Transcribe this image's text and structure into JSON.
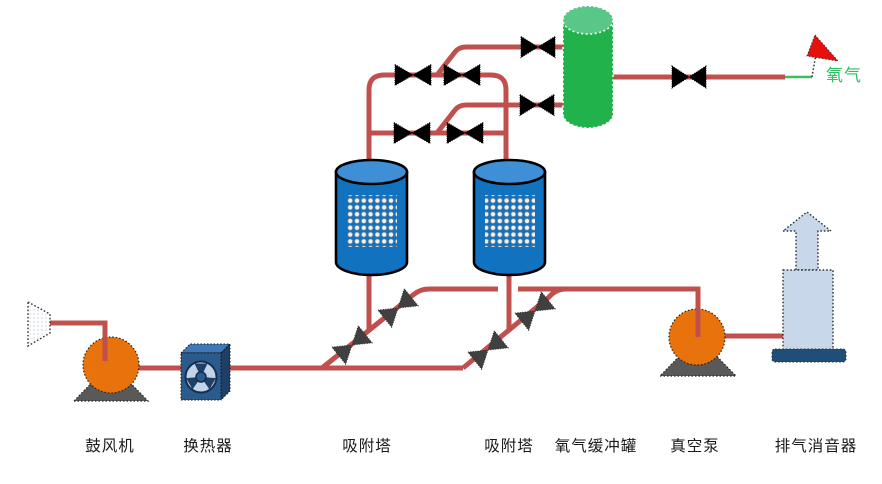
{
  "diagram": {
    "type": "process-flow-diagram",
    "subject": "PSA oxygen generation system"
  },
  "equipment_labels": [
    {
      "id": "blower",
      "text": "鼓风机"
    },
    {
      "id": "heat-exchanger",
      "text": "换热器"
    },
    {
      "id": "adsorption-tower-1",
      "text": "吸附塔"
    },
    {
      "id": "adsorption-tower-2",
      "text": "吸附塔"
    },
    {
      "id": "oxygen-buffer-tank",
      "text": "氧气缓冲罐"
    },
    {
      "id": "vacuum-pump",
      "text": "真空泵"
    },
    {
      "id": "exhaust-muffler",
      "text": "排气消音器"
    }
  ],
  "stream_labels": [
    {
      "id": "oxygen-outlet",
      "text": "氧气"
    }
  ],
  "colors": {
    "pipe": "#C0504D",
    "outlet_green": "#3CBE5E",
    "valve_black": "#000000",
    "valve_gray": "#404040",
    "tower_body": "#1172C0",
    "tower_top": "#3F8FD6",
    "tank_body": "#22B24C",
    "tank_top": "#58C787",
    "pump_orange": "#E8720C",
    "base_gray": "#595959",
    "exchanger_front": "#2B5A8C",
    "exchanger_top": "#3E78B5",
    "exchanger_side": "#1E3F66",
    "muffler_body": "#C9D7EA",
    "muffler_base": "#1F4E79",
    "flag_red": "#E8100C",
    "oxygen_text_green": "#2FBF63"
  }
}
